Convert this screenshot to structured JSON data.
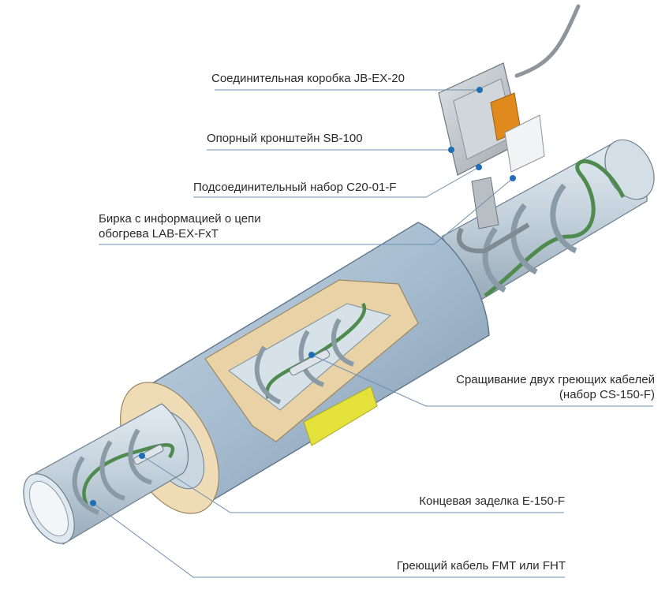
{
  "callouts": {
    "junction_box": "Соединительная коробка JB-EX-20",
    "support_bracket": "Опорный кронштейн SB-100",
    "connection_kit": "Подсоединительный набор C20-01-F",
    "tag_line1": "Бирка с информацией о цепи",
    "tag_line2": "обогрева LAB-EX-FxT",
    "splice_line1": "Сращивание двух греющих кабелей",
    "splice_line2": "(набор CS-150-F)",
    "end_seal": "Концевая заделка E-150-F",
    "heating_cable": "Греющий кабель FMT или FHT"
  },
  "colors": {
    "leader": "#6e8fb0",
    "dot": "#1f6fb8",
    "pipe": "#c9d6e0",
    "jacket": "#a9bfd2",
    "insulation": "#efdcb6",
    "cable": "#4f8a4f",
    "band": "#8a9aa6",
    "label_yellow": "#e4e23a",
    "box": "#c7ccd0",
    "warning": "#e08a1e"
  }
}
